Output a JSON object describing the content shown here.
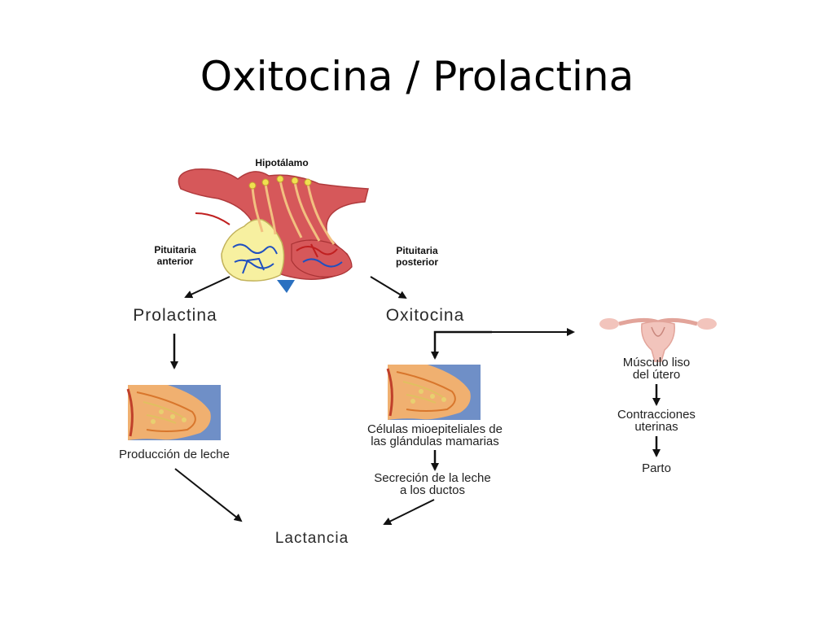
{
  "title": "Oxitocina / Prolactina",
  "diagram": {
    "hypothalamus": "Hipotálamo",
    "anterior_pituitary": [
      "Pituitaria",
      "anterior"
    ],
    "posterior_pituitary": [
      "Pituitaria",
      "posterior"
    ],
    "prolactin": "Prolactina",
    "oxytocin": "Oxitocina",
    "milk_production": "Producción de leche",
    "myoepithelial_cells": [
      "Células mioepiteliales de",
      "las glándulas mamarias"
    ],
    "milk_secretion": [
      "Secreción de la leche",
      "a los ductos"
    ],
    "lactation": "Lactancia",
    "uterine_muscle": [
      "Músculo liso",
      "del útero"
    ],
    "uterine_contractions": [
      "Contracciones",
      "uterinas"
    ],
    "birth": "Parto"
  },
  "colors": {
    "hypothalamus_red": "#d6585a",
    "pituitary_yellow": "#f7f0a0",
    "breast_background": "#6f8fc7",
    "breast_tissue": "#f0b070",
    "uterus_pink": "#f2c4bc"
  },
  "icons": [
    "brain-pituitary-illustration",
    "breast-anatomy-illustration",
    "uterus-illustration"
  ]
}
